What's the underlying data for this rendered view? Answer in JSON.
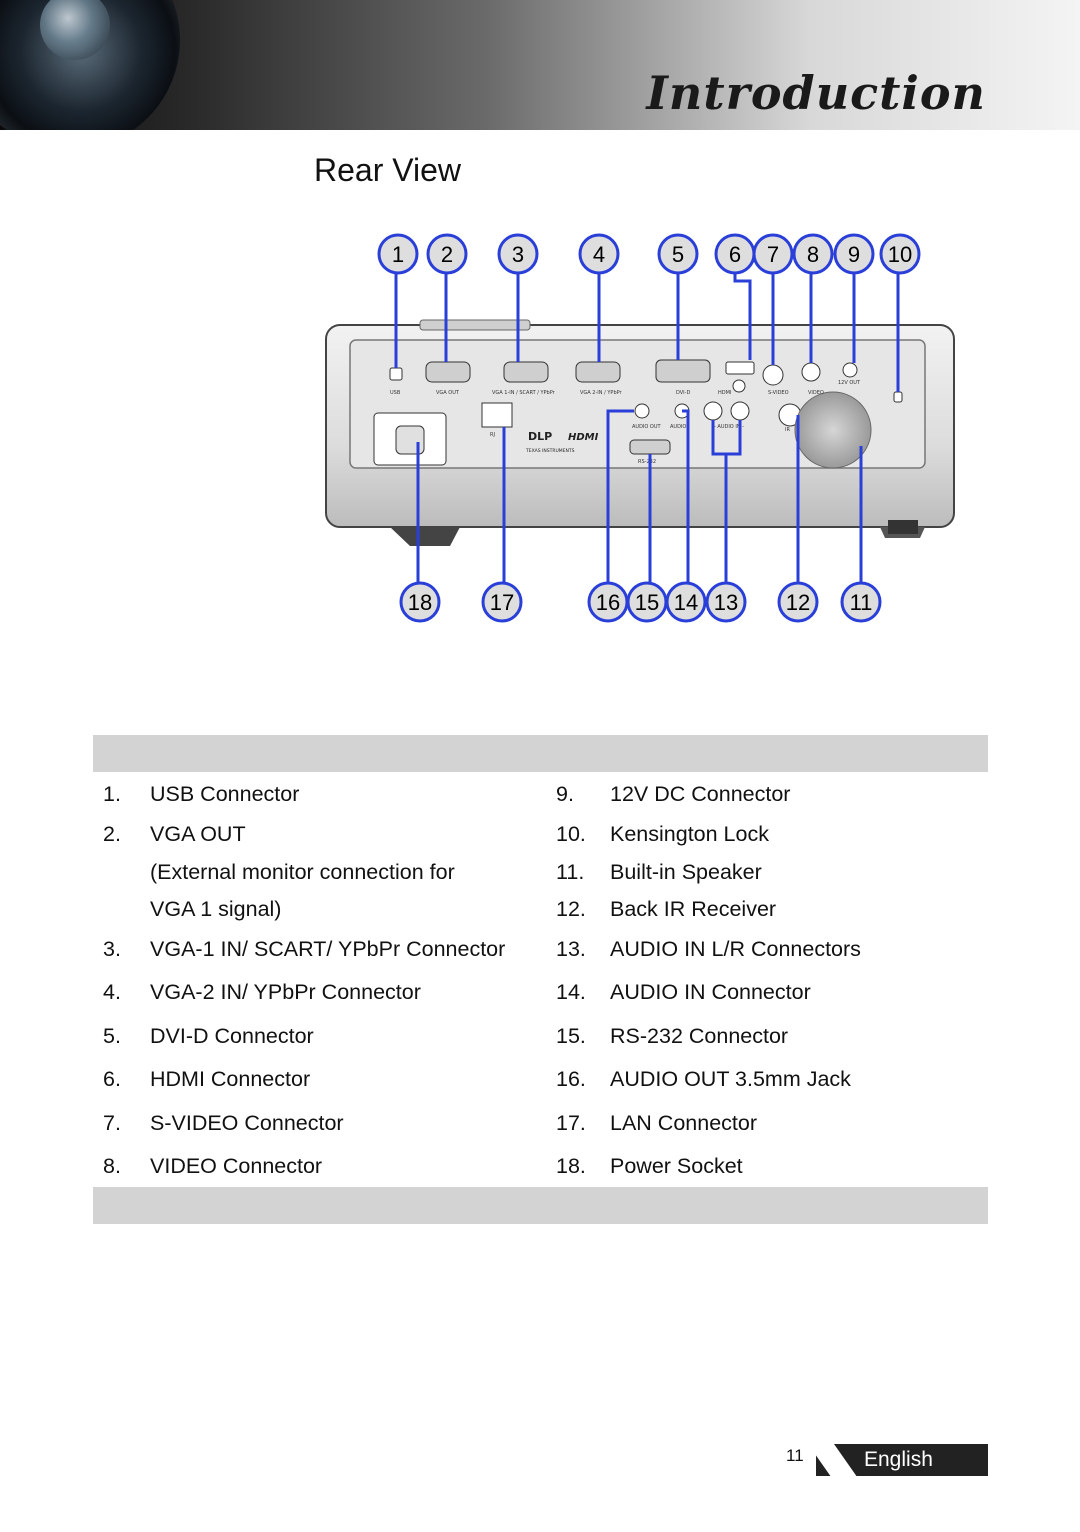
{
  "header": {
    "section": "Introduction"
  },
  "page_title": "Rear View",
  "diagram": {
    "callouts_top": [
      "1",
      "2",
      "3",
      "4",
      "5",
      "6",
      "7",
      "8",
      "9",
      "10"
    ],
    "callouts_bottom": [
      "18",
      "17",
      "16",
      "15",
      "14",
      "13",
      "12",
      "11"
    ],
    "port_labels": {
      "usb": "USB",
      "vga_out": "VGA OUT",
      "vga1": "VGA 1-IN / SCART / YPbPr",
      "vga2": "VGA 2-IN / YPbPr",
      "dvi": "DVI-D",
      "hdmi": "HDMI",
      "svideo": "S-VIDEO",
      "video": "VIDEO",
      "dc12": "12V OUT",
      "audio_out": "AUDIO OUT",
      "audio": "AUDIO",
      "audio_in": "- AUDIO IN -",
      "ir": "IR",
      "rj": "RJ",
      "rs232": "RS-232",
      "dlp": "DLP",
      "hdmi_logo": "HDMI",
      "texas": "TEXAS INSTRUMENTS"
    }
  },
  "legend": {
    "left": [
      {
        "num": "1.",
        "text": "USB Connector"
      },
      {
        "num": "2.",
        "text": "VGA OUT"
      },
      {
        "num": "",
        "text": "(External monitor connection for"
      },
      {
        "num": "",
        "text": "VGA 1 signal)"
      },
      {
        "num": "3.",
        "text": "VGA-1 IN/ SCART/ YPbPr Connector"
      },
      {
        "num": "4.",
        "text": "VGA-2 IN/ YPbPr Connector"
      },
      {
        "num": "5.",
        "text": "DVI-D Connector"
      },
      {
        "num": "6.",
        "text": "HDMI Connector"
      },
      {
        "num": "7.",
        "text": "S-VIDEO Connector"
      },
      {
        "num": "8.",
        "text": "VIDEO Connector"
      }
    ],
    "right": [
      {
        "num": "9.",
        "text": "12V DC Connector"
      },
      {
        "num": "10.",
        "text": "Kensington Lock"
      },
      {
        "num": "11.",
        "text": "Built-in Speaker"
      },
      {
        "num": "12.",
        "text": "Back IR Receiver"
      },
      {
        "num": "13.",
        "text": "AUDIO IN L/R Connectors"
      },
      {
        "num": "14.",
        "text": "AUDIO IN Connector"
      },
      {
        "num": "15.",
        "text": "RS-232 Connector"
      },
      {
        "num": "16.",
        "text": "AUDIO OUT 3.5mm Jack"
      },
      {
        "num": "17.",
        "text": "LAN Connector"
      },
      {
        "num": "18.",
        "text": "Power Socket"
      }
    ]
  },
  "footer": {
    "page_number": "11",
    "language": "English"
  },
  "colors": {
    "callout_blue": "#2a3fd8",
    "band_gray": "#d3d3d3"
  }
}
